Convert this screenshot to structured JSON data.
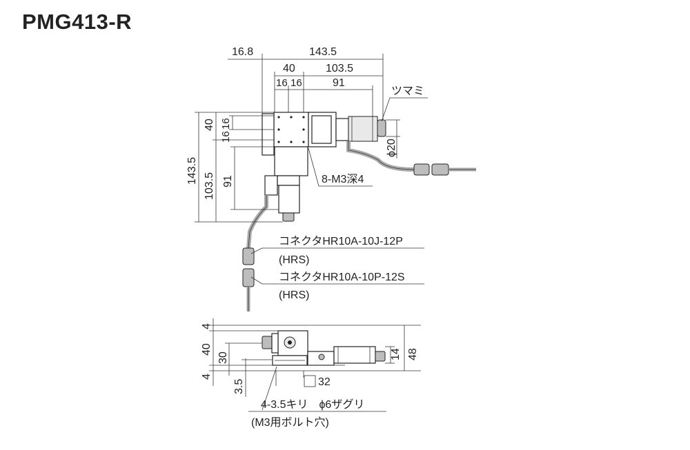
{
  "title": "PMG413-R",
  "top_view": {
    "dims": {
      "d_16_8": "16.8",
      "d_143_5_h": "143.5",
      "d_40_h": "40",
      "d_103_5_h": "103.5",
      "d_16a_h": "16",
      "d_16b_h": "16",
      "d_91_h": "91",
      "d_40_v": "40",
      "d_16a_v": "16",
      "d_16b_v": "16",
      "d_143_5_v": "143.5",
      "d_103_5_v": "103.5",
      "d_91_v": "91",
      "d_phi20": "ϕ20"
    },
    "callouts": {
      "knob": "ツマミ",
      "tapped_holes": "8-M3深4",
      "connector_j": "コネクタHR10A-10J-12P",
      "connector_j_maker": "(HRS)",
      "connector_p": "コネクタHR10A-10P-12S",
      "connector_p_maker": "(HRS)"
    }
  },
  "side_view": {
    "dims": {
      "d_4_top": "4",
      "d_40": "40",
      "d_30": "30",
      "d_4_bottom": "4",
      "d_3_5": "3.5",
      "d_14": "14",
      "d_48": "48",
      "d_sq32": "32"
    },
    "callouts": {
      "holes": "4-3.5キリ　ϕ6ザグリ",
      "bolt_holes": "(M3用ボルト穴)"
    }
  }
}
